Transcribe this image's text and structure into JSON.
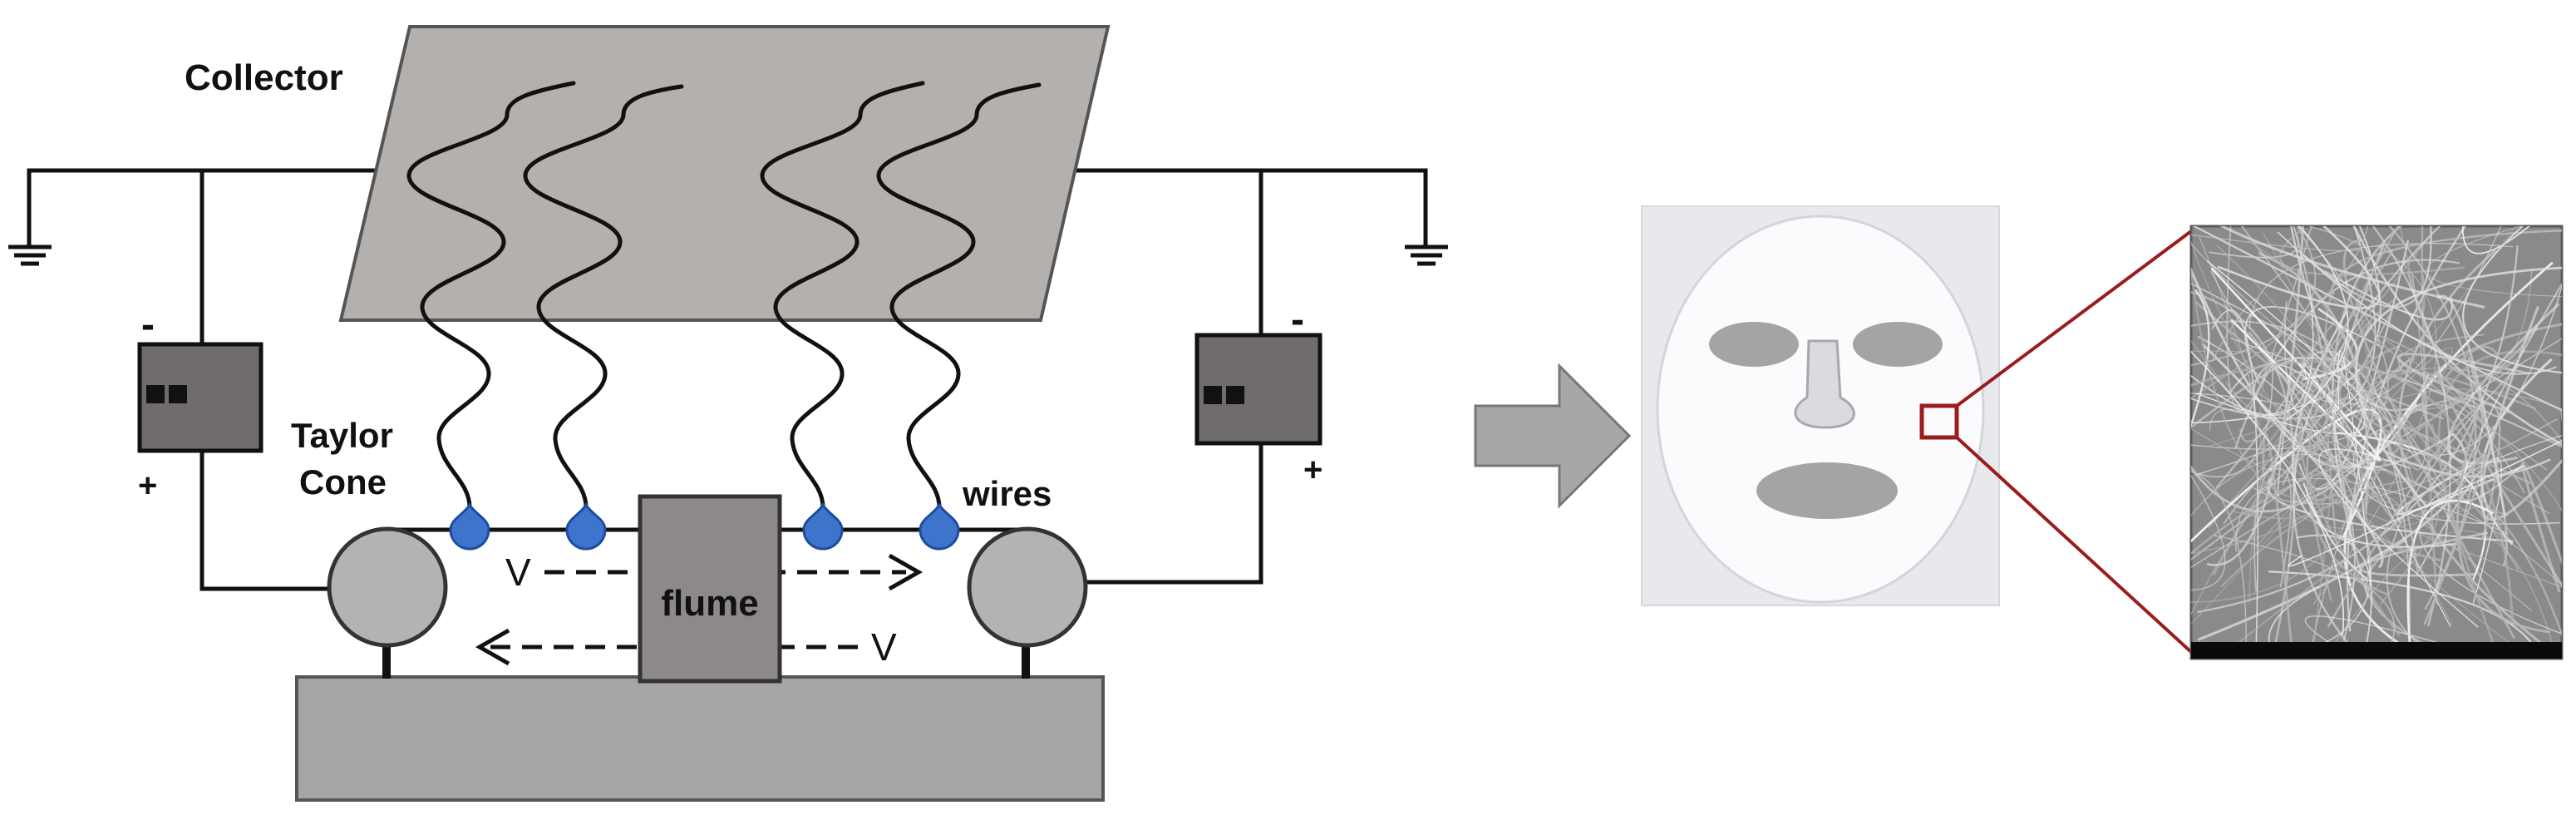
{
  "diagram": {
    "labels": {
      "collector": "Collector",
      "taylor_cone_line1": "Taylor",
      "taylor_cone_line2": "Cone",
      "wires": "wires",
      "flume": "flume",
      "velocity_top": "V",
      "velocity_bottom": "V",
      "left_supply_negative": "-",
      "left_supply_positive": "+",
      "right_supply_negative": "-",
      "right_supply_positive": "+"
    },
    "colors": {
      "collector_fill": "#b3b0ae",
      "base_fill": "#a8a6a5",
      "flume_fill": "#8c8988",
      "roller_fill": "#b5b3b1",
      "power_supply_fill": "#6f6c6b",
      "droplet": "#3e74cc",
      "arrow_fill": "#a9a7a5",
      "zoom_box": "#9b1c1c",
      "sem_background": "#8a8a8a"
    },
    "icons": {
      "ground": "ground-icon",
      "power_supply": "power-supply-icon",
      "process_arrow": "right-arrow-icon"
    }
  }
}
